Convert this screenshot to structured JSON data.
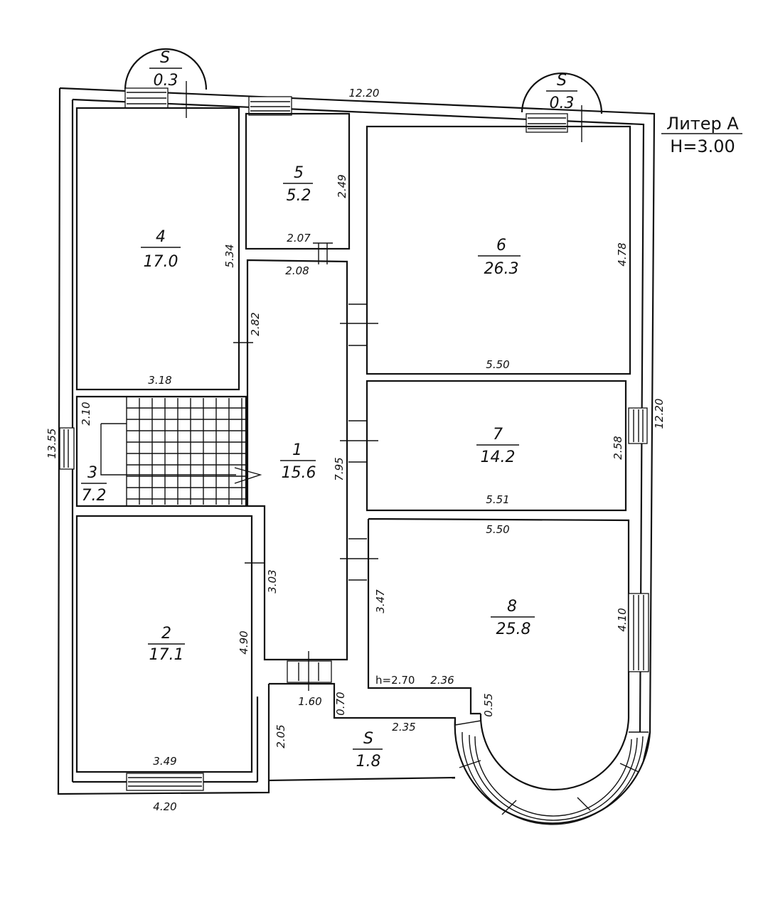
{
  "plan": {
    "title": "Литер А",
    "height_label": "Н=3.00",
    "rooms": [
      {
        "num": "1",
        "area": "15.6"
      },
      {
        "num": "2",
        "area": "17.1"
      },
      {
        "num": "3",
        "area": "7.2"
      },
      {
        "num": "4",
        "area": "17.0"
      },
      {
        "num": "5",
        "area": "5.2"
      },
      {
        "num": "6",
        "area": "26.3"
      },
      {
        "num": "7",
        "area": "14.2"
      },
      {
        "num": "8",
        "area": "25.8"
      }
    ],
    "balconies": [
      {
        "num": "S",
        "area": "0.3"
      },
      {
        "num": "S",
        "area": "0.3"
      },
      {
        "num": "S",
        "area": "1.8"
      }
    ],
    "dims": {
      "top_outer": "12.20",
      "right_outer": "12.20",
      "left_outer": "13.55",
      "bottom_left": "4.20",
      "r4_h": "5.34",
      "r4_w": "3.18",
      "r5_h": "2.49",
      "r5_w_top": "2.07",
      "r1_w_top": "2.08",
      "r1_door": "2.82",
      "r1_h": "7.95",
      "r3_w": "2.10",
      "r6_h": "4.78",
      "r6_w": "5.50",
      "r7_h": "2.58",
      "r7_w": "5.51",
      "r8_w": "5.50",
      "r8_left": "3.47",
      "r8_right": "4.10",
      "r8_h_note": "h=2.70",
      "r8_bottom": "2.36",
      "r8_step": "0.55",
      "r2_door": "3.03",
      "r2_h": "4.90",
      "r2_w": "3.49",
      "s_door": "1.60",
      "s_step": "0.70",
      "s_w": "2.35",
      "s_h": "2.05"
    }
  }
}
